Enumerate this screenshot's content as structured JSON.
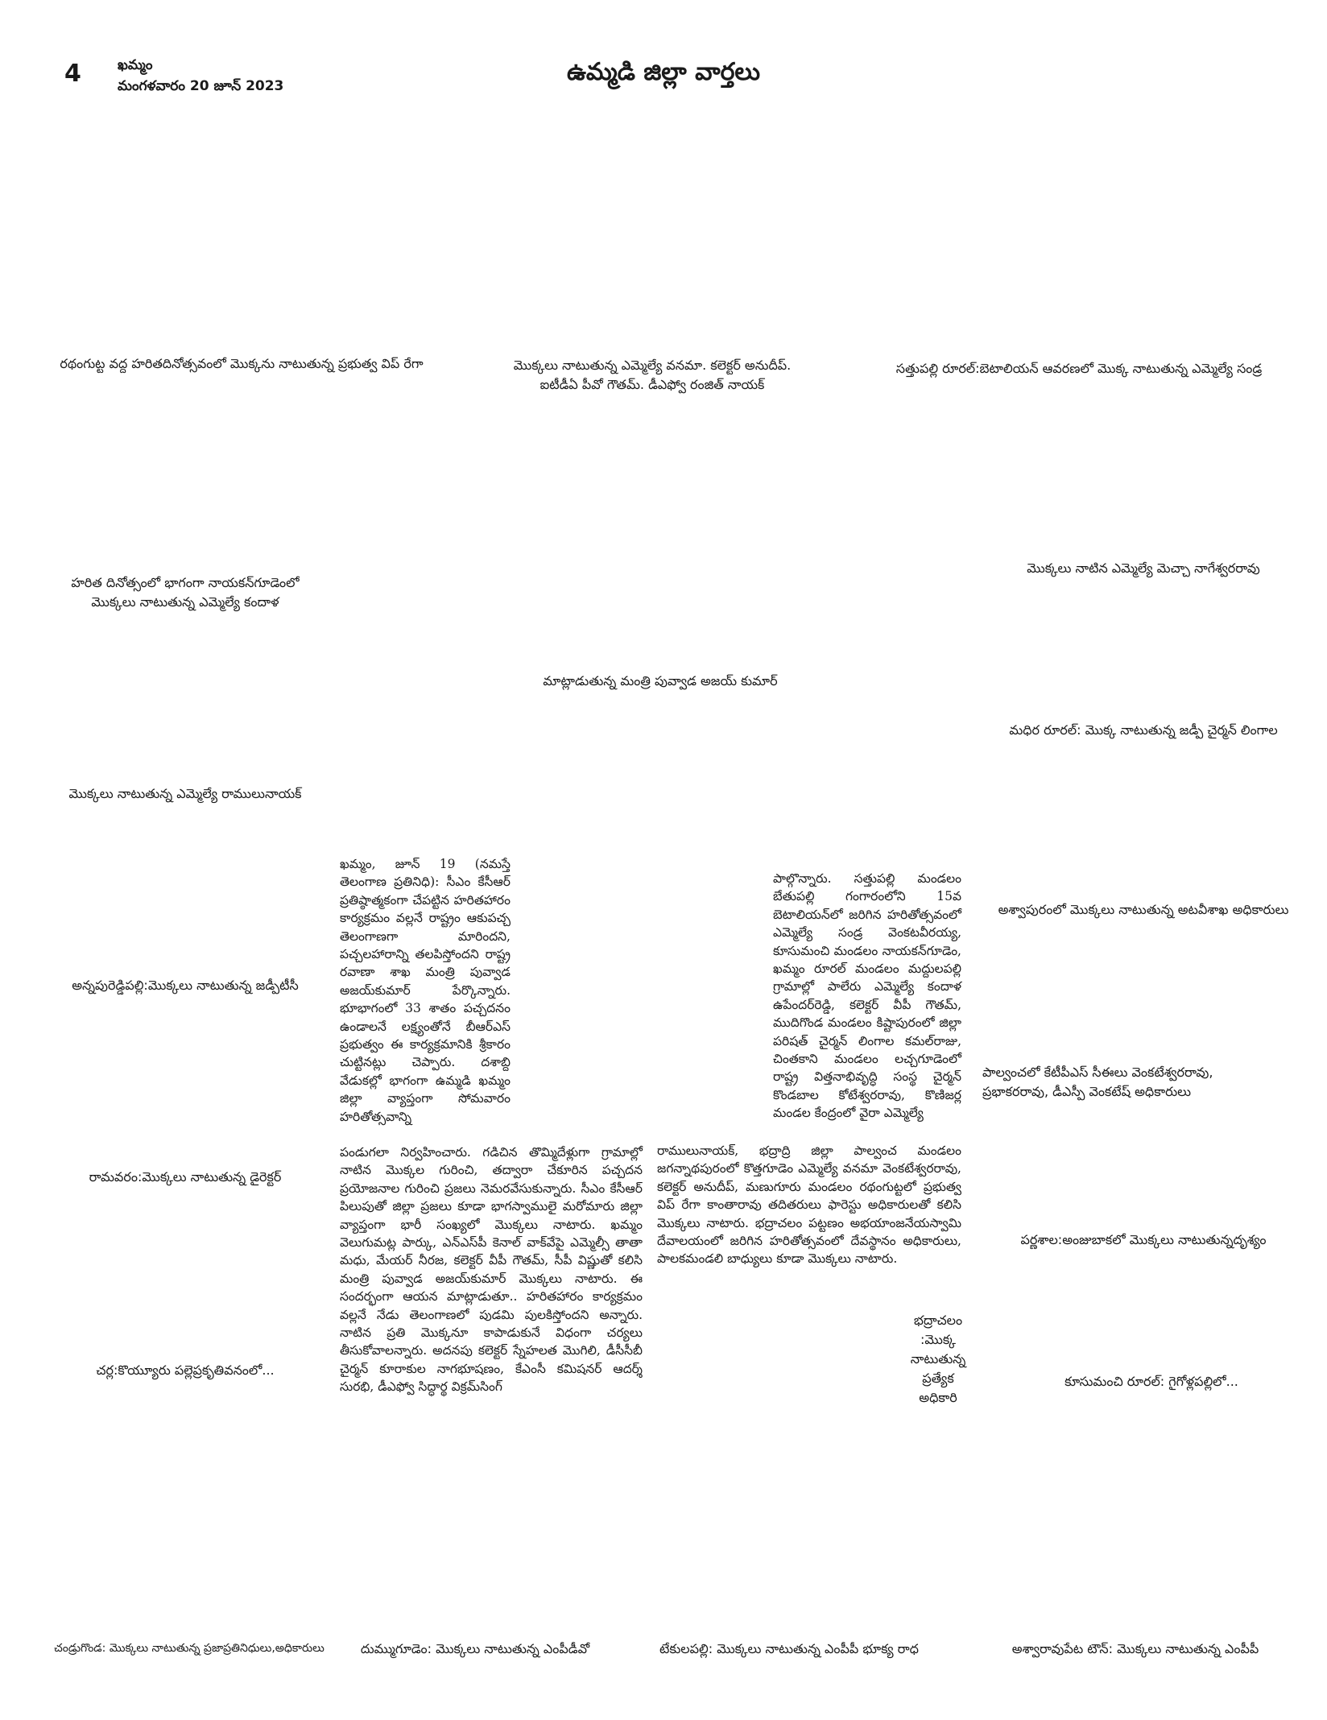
{
  "header": {
    "page_number": "4",
    "city": "ఖమ్మం",
    "date": "మంగళవారం 20 జూన్ 2023",
    "section_title": "ఉమ్మడి జిల్లా వార్తలు"
  },
  "captions": {
    "c1": "రథంగుట్ట వద్ద హరితదినోత్సవంలో మొక్కను నాటుతున్న ప్రభుత్వ విప్ రేగా",
    "c2_line1": "మొక్కలు నాటుతున్న ఎమ్మెల్యే వనమా. కలెక్టర్ అనుదీప్.",
    "c2_line2": "ఐటీడీఏ పీవో గౌతమ్. డీఎఫ్వో రంజిత్ నాయక్",
    "c3": "సత్తుపల్లి రూరల్:బెటాలియన్ ఆవరణలో మొక్క నాటుతున్న ఎమ్మెల్యే సండ్ర",
    "c4_line1": "హరిత దినోత్సంలో భాగంగా నాయకన్‌గూడెంలో",
    "c4_line2": "మొక్కలు నాటుతున్న ఎమ్మెల్యే కందాళ",
    "c5": "మొక్కలు నాటిన ఎమ్మెల్యే మెచ్చా నాగేశ్వరరావు",
    "c6": "మాట్లాడుతున్న మంత్రి పువ్వాడ అజయ్ కుమార్",
    "c7": "మధిర రూరల్: మొక్క నాటుతున్న జడ్పీ చైర్మన్ లింగాల",
    "c8": "మొక్కలు నాటుతున్న ఎమ్మెల్యే రాములునాయక్",
    "c9": "అశ్వాపురంలో మొక్కలు నాటుతున్న అటవీశాఖ అధికారులు",
    "c10": "అన్నపురెడ్డిపల్లి:మొక్కలు నాటుతున్న జడ్పీటీసీ",
    "c11_line1": "పాల్వంచలో కేటీపీఎస్ సీఈలు వెంకటేశ్వరరావు,",
    "c11_line2": "ప్రభాకరరావు, డీఎస్పీ వెంకటేష్ అధికారులు",
    "c12": "రామవరం:మొక్కలు నాటుతున్న డైరెక్టర్",
    "c13": "పర్ణశాల:అంజుబాకలో మొక్కలు నాటుతున్నదృశ్యం",
    "c14_line1": "భద్రాచలం",
    "c14_line2": ":మొక్క",
    "c14_line3": "నాటుతున్న",
    "c14_line4": "ప్రత్యేక",
    "c14_line5": "అధికారి",
    "c15": "చర్ల:కొయ్యూరు పల్లెప్రకృతివనంలో...",
    "c16": "కూసుమంచి రూరల్: గైగోళ్లపల్లిలో...",
    "c17": "చండ్రుగొండ: మొక్కలు నాటుతున్న ప్రజాప్రతినిధులు,అధికారులు",
    "c18": "దుమ్ముగూడెం: మొక్కలు నాటుతున్న ఎంపీడీవో",
    "c19": "టేకులపల్లి: మొక్కలు నాటుతున్న ఎంపీపీ భూక్య రాధ",
    "c20": "అశ్వారావుపేట టౌన్: మొక్కలు నాటుతున్న ఎంపీపీ"
  },
  "article": {
    "col1_para1": "ఖమ్మం, జూన్ 19 (నమస్తే తెలంగాణ ప్రతినిధి): సీఎం కేసీఆర్ ప్రతిష్ఠాత్మకంగా చేపట్టిన హరితహారం కార్యక్రమం వల్లనే రాష్ట్రం ఆకుపచ్చ తెలంగాణగా మారిందని, పచ్చలహారాన్ని తలపిస్తోందని రాష్ట్ర రవాణా శాఖ మంత్రి పువ్వాడ అజయ్‌కుమార్ పేర్కొన్నారు. భూభాగంలో 33 శాతం పచ్చదనం ఉండాలనే లక్ష్యంతోనే బీఆర్‌ఎస్ ప్రభుత్వం ఈ కార్యక్రమానికి శ్రీకారం చుట్టినట్లు చెప్పారు. దశాబ్ది వేడుకల్లో భాగంగా ఉమ్మడి ఖమ్మం జిల్లా వ్యాప్తంగా సోమవారం హరితోత్సవాన్ని",
    "col1_para2": "పండుగలా నిర్వహించారు. గడిచిన తొమ్మిదేళ్లుగా గ్రామాల్లో నాటిన మొక్కల గురించి, తద్వారా చేకూరిన పచ్చదన ప్రయోజనాల గురించి ప్రజలు నెమరవేసుకున్నారు. సీఎం కేసీఆర్ పిలుపుతో జిల్లా ప్రజలు కూడా భాగస్వాములై మరోమారు జిల్లా వ్యాప్తంగా భారీ సంఖ్యలో మొక్కలు నాటారు. ఖమ్మం వెలుగుమట్ల పార్కు, ఎన్‌ఎస్‌పీ కెనాల్ వాక్‌వేపై ఎమ్మెల్సీ తాతా మధు, మేయర్ నీరజ, కలెక్టర్ వీపీ గౌతమ్, సీపీ విష్ణుతో కలిసి మంత్రి పువ్వాడ అజయ్‌కుమార్ మొక్కలు నాటారు. ఈ సందర్భంగా ఆయన మాట్లాడుతూ.. హరితహారం కార్యక్రమం వల్లనే నేడు తెలంగాణలో పుడమి పులకిస్తోందని అన్నారు. నాటిన ప్రతి మొక్కనూ కాపాడుకునే విధంగా చర్యలు తీసుకోవాలన్నారు. అదనపు కలెక్టర్ స్నేహలత మొగిలి, డీసీసీబీ చైర్మన్ కూరాకుల నాగభూషణం, కేఎంసీ కమిషనర్ ఆదర్శ్ సురభి, డీఎఫ్వో సిద్ధార్థ విక్రమ్‌సింగ్",
    "col2_para1": "పాల్గొన్నారు. సత్తుపల్లి మండలం బేతుపల్లి గంగారంలోని 15వ బెటాలియన్‌లో జరిగిన హరితోత్సవంలో ఎమ్మెల్యే సండ్ర వెంకటవీరయ్య, కూసుమంచి మండలం నాయకన్‌గూడెం, ఖమ్మం రూరల్ మండలం మద్దులపల్లి గ్రామాల్లో పాలేరు ఎమ్మెల్యే కందాళ ఉపేందర్‌రెడ్డి, కలెక్టర్ వీపీ గౌతమ్, ముదిగొండ మండలం కిష్టాపురంలో జిల్లా పరిషత్ చైర్మన్ లింగాల కమల్‌రాజు, చింతకాని మండలం లచ్చగూడెంలో రాష్ట్ర విత్తనాభివృద్ధి సంస్థ చైర్మన్ కొండబాల కోటేశ్వరరావు, కొణిజర్ల మండల కేంద్రంలో వైరా ఎమ్మెల్యే",
    "col2_para2": "రాములునాయక్, భద్రాద్రి జిల్లా పాల్వంచ మండలం జగన్నాథపురంలో కొత్తగూడెం ఎమ్మెల్యే వనమా వెంకటేశ్వరరావు, కలెక్టర్ అనుదీప్, మణుగూరు మండలం రథంగుట్టలో ప్రభుత్వ విప్ రేగా కాంతారావు తదితరులు ఫారెస్టు అధికారులతో కలిసి మొక్కలు నాటారు. భద్రాచలం పట్టణం అభయాంజనేయస్వామి దేవాలయంలో జరిగిన హరితోత్సవంలో దేవస్థానం అధికారులు, పాలకమండలి బాధ్యులు కూడా మొక్కలు నాటారు."
  }
}
